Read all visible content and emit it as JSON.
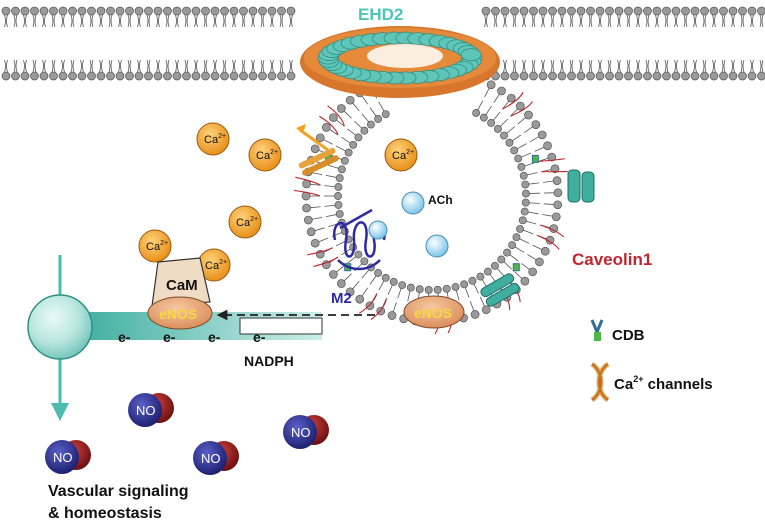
{
  "labels": {
    "ehd2": "EHD2",
    "caveolin": "Caveolin1",
    "ach": "ACh",
    "m2": "M2",
    "cam": "CaM",
    "enos": "eNOS",
    "nadph": "NADPH",
    "electron": "e-",
    "ca": "Ca",
    "ca_sup": "2+",
    "no": "NO",
    "legend_cdb": "CDB",
    "legend_ca_channels_prefix": "Ca",
    "legend_ca_channels_suffix": " channels",
    "vascular_line1": "Vascular signaling",
    "vascular_line2": "& homeostasis"
  },
  "colors": {
    "ehd2_text": "#4dc5b8",
    "caveolin_text": "#c0262d",
    "m2": "#2e2aa0",
    "calcium": "#f2a321",
    "enos_fill": "#e9a87c",
    "enos_text": "#f8d640",
    "cam_fill": "#f0dcc4",
    "nadph_bar": "#4dbbb0",
    "arrow_teal": "#4dbbb0",
    "no_blue": "#262a8a",
    "no_red": "#9c1a1a",
    "lipid_head": "#8a8a8a"
  },
  "icons": [
    "calcium-ion",
    "no-molecule",
    "cdb-icon",
    "ca-channel-icon",
    "ach-molecule",
    "m2-receptor"
  ]
}
